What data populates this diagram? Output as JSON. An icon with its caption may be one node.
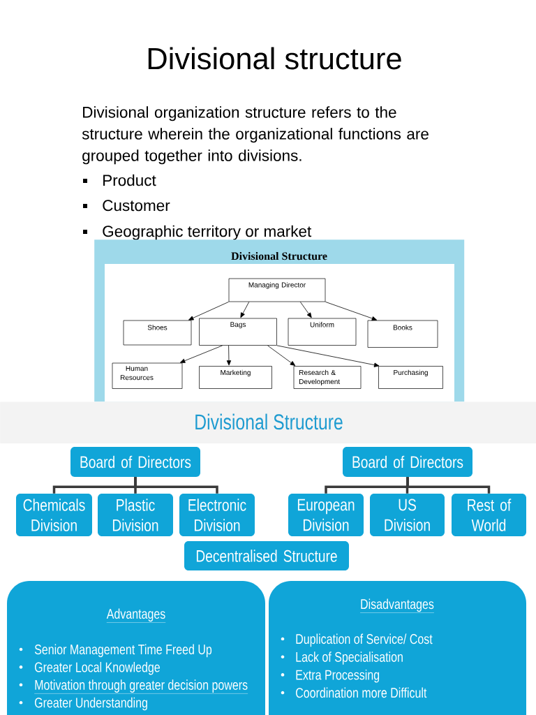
{
  "diagram": {
    "title": "Divisional structure",
    "nodes": [
      {
        "text": [
          "Divisional Structure"
        ]
      },
      {
        "text": [
          "Managing Director"
        ],
        "in": 0
      },
      {
        "text": [
          "Shoes"
        ],
        "in": 0
      },
      {
        "text": [
          "Bags"
        ],
        "in": 0
      },
      {
        "text": [
          "Uniform"
        ],
        "in": 0
      },
      {
        "text": [
          "Books"
        ],
        "in": 0
      },
      {
        "text": [
          "Human Resources"
        ],
        "in": 0
      },
      {
        "text": [
          "Marketing"
        ],
        "in": 0
      },
      {
        "text": [
          "Research & Development"
        ],
        "in": 0
      },
      {
        "text": [
          "Purchasing"
        ],
        "in": 0
      },
      {
        "text": [
          "Divisional Structure"
        ]
      },
      {
        "text": [
          "Board of Directors"
        ]
      },
      {
        "text": [
          "Board of Directors"
        ]
      },
      {
        "text": [
          "Chemicals Division"
        ]
      },
      {
        "text": [
          "Plastic Division"
        ]
      },
      {
        "text": [
          "Electronic Division"
        ]
      },
      {
        "text": [
          "European Division"
        ]
      },
      {
        "text": [
          "US Division"
        ]
      },
      {
        "text": [
          "Rest of World"
        ]
      },
      {
        "text": [
          "Decentralised Structure"
        ]
      },
      {
        "text": [
          "Advantages",
          "Senior Management Time Freed Up",
          "Greater Local Knowledge",
          "Motivation through greater decision powers",
          "Greater Understanding"
        ]
      },
      {
        "text": [
          "Disadvantages",
          "Duplication of Service/ Cost",
          "Lack of Specialisation",
          "Extra Processing",
          "Coordination more Difficult"
        ]
      }
    ],
    "edges": [
      {
        "from": 1,
        "to": 2,
        "arrow": "to"
      },
      {
        "from": 1,
        "to": 3,
        "arrow": "to"
      },
      {
        "from": 1,
        "to": 4,
        "arrow": "to"
      },
      {
        "from": 1,
        "to": 5,
        "arrow": "to"
      },
      {
        "from": 3,
        "to": 6,
        "arrow": "to"
      },
      {
        "from": 3,
        "to": 7,
        "arrow": "to"
      },
      {
        "from": 3,
        "to": 8,
        "arrow": "to"
      },
      {
        "from": 3,
        "to": 9,
        "arrow": "to"
      },
      {
        "from": 11,
        "to": 13,
        "arrow": "none",
        "style": "thick",
        "color": "#3a3a3a"
      },
      {
        "from": 11,
        "to": 14,
        "arrow": "none",
        "style": "thick",
        "color": "#3a3a3a"
      },
      {
        "from": 11,
        "to": 15,
        "arrow": "none",
        "style": "thick",
        "color": "#3a3a3a"
      },
      {
        "from": 12,
        "to": 16,
        "arrow": "none",
        "style": "thick",
        "color": "#3a3a3a"
      },
      {
        "from": 12,
        "to": 17,
        "arrow": "none",
        "style": "thick",
        "color": "#3a3a3a"
      },
      {
        "from": 12,
        "to": 18,
        "arrow": "none",
        "style": "thick",
        "color": "#3a3a3a"
      }
    ],
    "labels": [
      "Divisional organization structure refers to the structure wherein the organizational functions are grouped together into divisions.",
      "Product",
      "Customer",
      "Geographic territory or market"
    ]
  }
}
